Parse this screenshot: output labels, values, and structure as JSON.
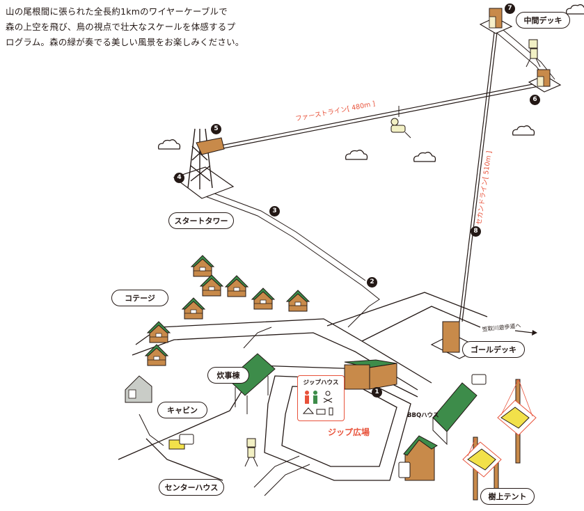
{
  "intro": {
    "line1": "山の尾根間に張られた全長約1kmのワイヤーケーブルで",
    "line2": "森の上空を飛び、鳥の視点で壮大なスケールを体感するプ",
    "line3": "ログラム。森の緑が奏でる美しい風景をお楽しみください。"
  },
  "places": {
    "middle_deck": "中間デッキ",
    "start_tower": "スタートタワー",
    "cottage": "コテージ",
    "cooking_hall": "炊事棟",
    "cabin": "キャビン",
    "goal_deck": "ゴールデッキ",
    "center_house": "センターハウス",
    "tree_tent": "樹上テント",
    "zip_house": "ジップハウス",
    "zip_plaza": "ジップ広場",
    "bbq_house": "BBQハウス"
  },
  "lines": {
    "first": "ファーストライン[ 480m ]",
    "second": "セカンドライン[ 510m ]"
  },
  "trail": "笠取川遊歩道へ",
  "markers": [
    "1",
    "2",
    "3",
    "4",
    "5",
    "6",
    "7",
    "8"
  ],
  "colors": {
    "roof_green": "#3d8c4a",
    "wood": "#c88a4a",
    "accent_red": "#e8523a",
    "tent_yellow": "#f2e14a",
    "ink": "#231815"
  }
}
